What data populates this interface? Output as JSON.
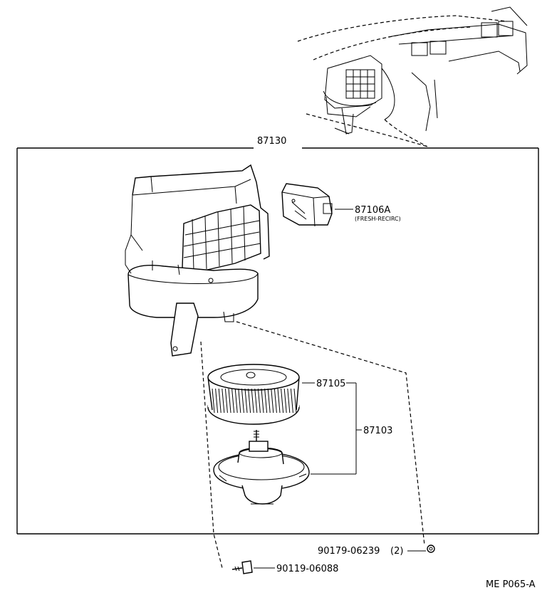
{
  "parts": {
    "assembly": "87130",
    "damper_servo": "87106A",
    "damper_servo_note": "(FRESH-RECIRC)",
    "fan": "87105",
    "motor_assembly": "87103",
    "nut": "90179-06239",
    "nut_qty": "(2)",
    "screw": "90119-06088"
  },
  "figure_code": "ME P065-A"
}
